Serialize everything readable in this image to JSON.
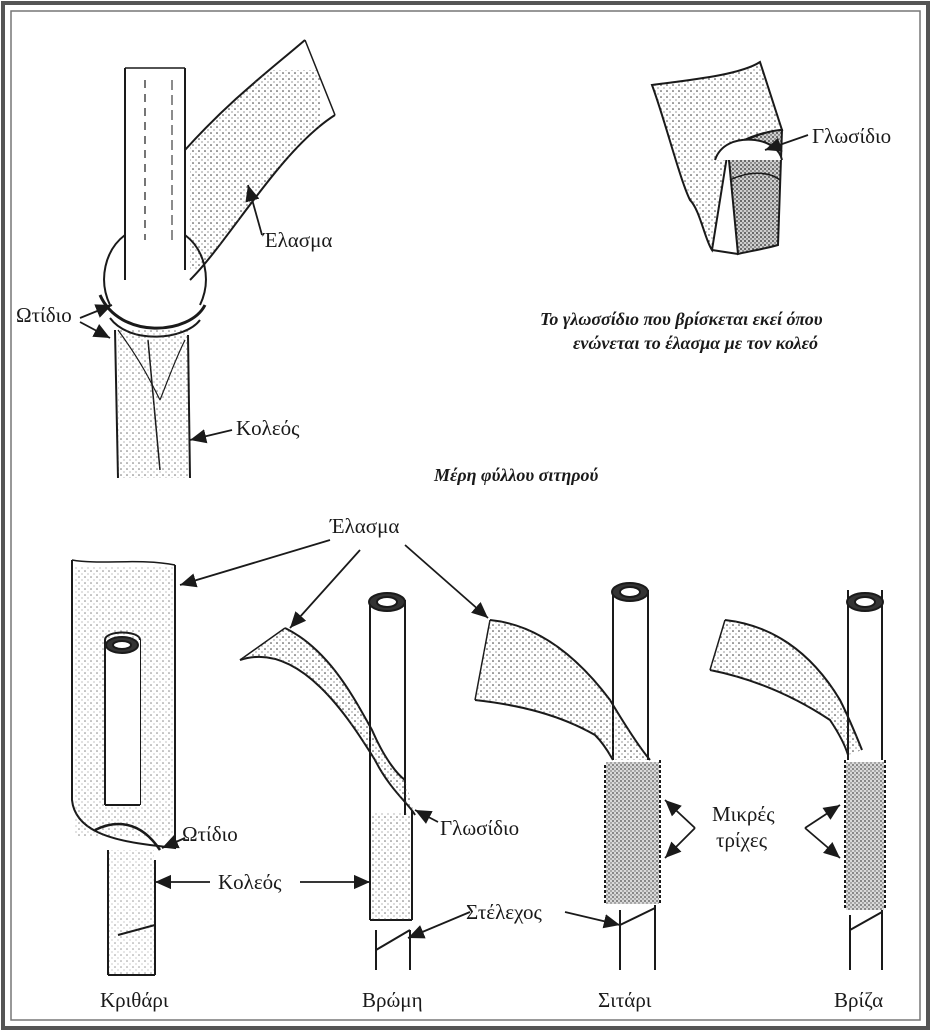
{
  "top_left": {
    "labels": {
      "blade": "Έλασμα",
      "auricle": "Ωτίδιο",
      "sheath": "Κολεός"
    }
  },
  "top_right": {
    "labels": {
      "ligule": "Γλωσίδιο"
    },
    "caption_line1": "Το γλωσσίδιο που βρίσκεται εκεί όπου",
    "caption_line2": "ενώνεται το έλασμα με τον κολεό"
  },
  "middle_title": "Μέρη φύλλου σιτηρού",
  "bottom": {
    "labels": {
      "blade": "Έλασμα",
      "auricle": "Ωτίδιο",
      "sheath": "Κολεός",
      "ligule": "Γλωσίδιο",
      "stem": "Στέλεχος",
      "hairs_line1": "Μικρές",
      "hairs_line2": "τρίχες"
    },
    "plants": [
      "Κριθάρι",
      "Βρώμη",
      "Σιτάρι",
      "Βρίζα"
    ]
  },
  "colors": {
    "ink": "#1a1a1a",
    "frame": "#555555",
    "paper": "#ffffff"
  }
}
